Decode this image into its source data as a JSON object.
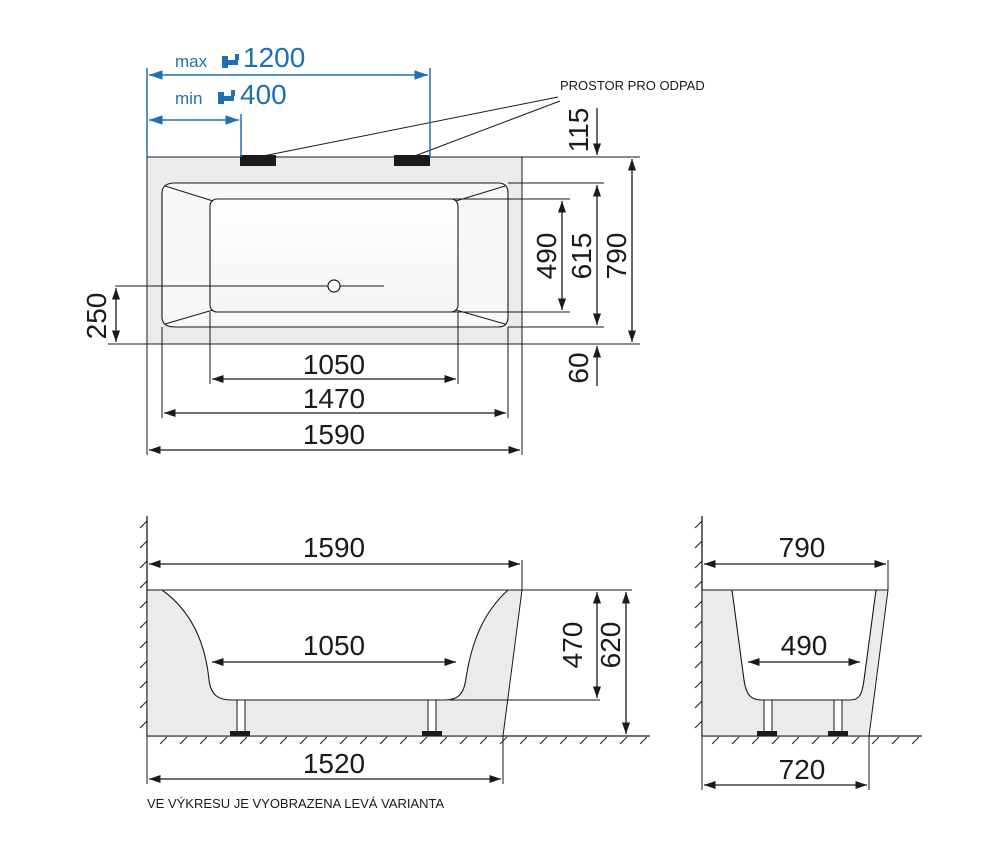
{
  "top_view": {
    "max_label": "max",
    "max_value": "1200",
    "min_label": "min",
    "min_value": "400",
    "drain_space_label": "PROSTOR PRO ODPAD",
    "dim_inner_length": "1050",
    "dim_mid_length": "1470",
    "dim_outer_length": "1590",
    "dim_drain_offset": "250",
    "dim_right_115": "115",
    "dim_right_490": "490",
    "dim_right_615": "615",
    "dim_right_790": "790",
    "dim_right_60": "60"
  },
  "side_view": {
    "dim_top_length": "1590",
    "dim_inner_length": "1050",
    "dim_depth_470": "470",
    "dim_height_620": "620",
    "dim_bottom_length": "1520"
  },
  "end_view": {
    "dim_top_width": "790",
    "dim_inner_width": "490",
    "dim_bottom_width": "720"
  },
  "footer_note": "VE VÝKRESU JE VYOBRAZENA LEVÁ VARIANTA",
  "colors": {
    "drawing_line": "#1a1a1a",
    "dimension_blue": "#1f6fb5",
    "fill_light": "#ebebeb",
    "fill_white": "#ffffff"
  }
}
